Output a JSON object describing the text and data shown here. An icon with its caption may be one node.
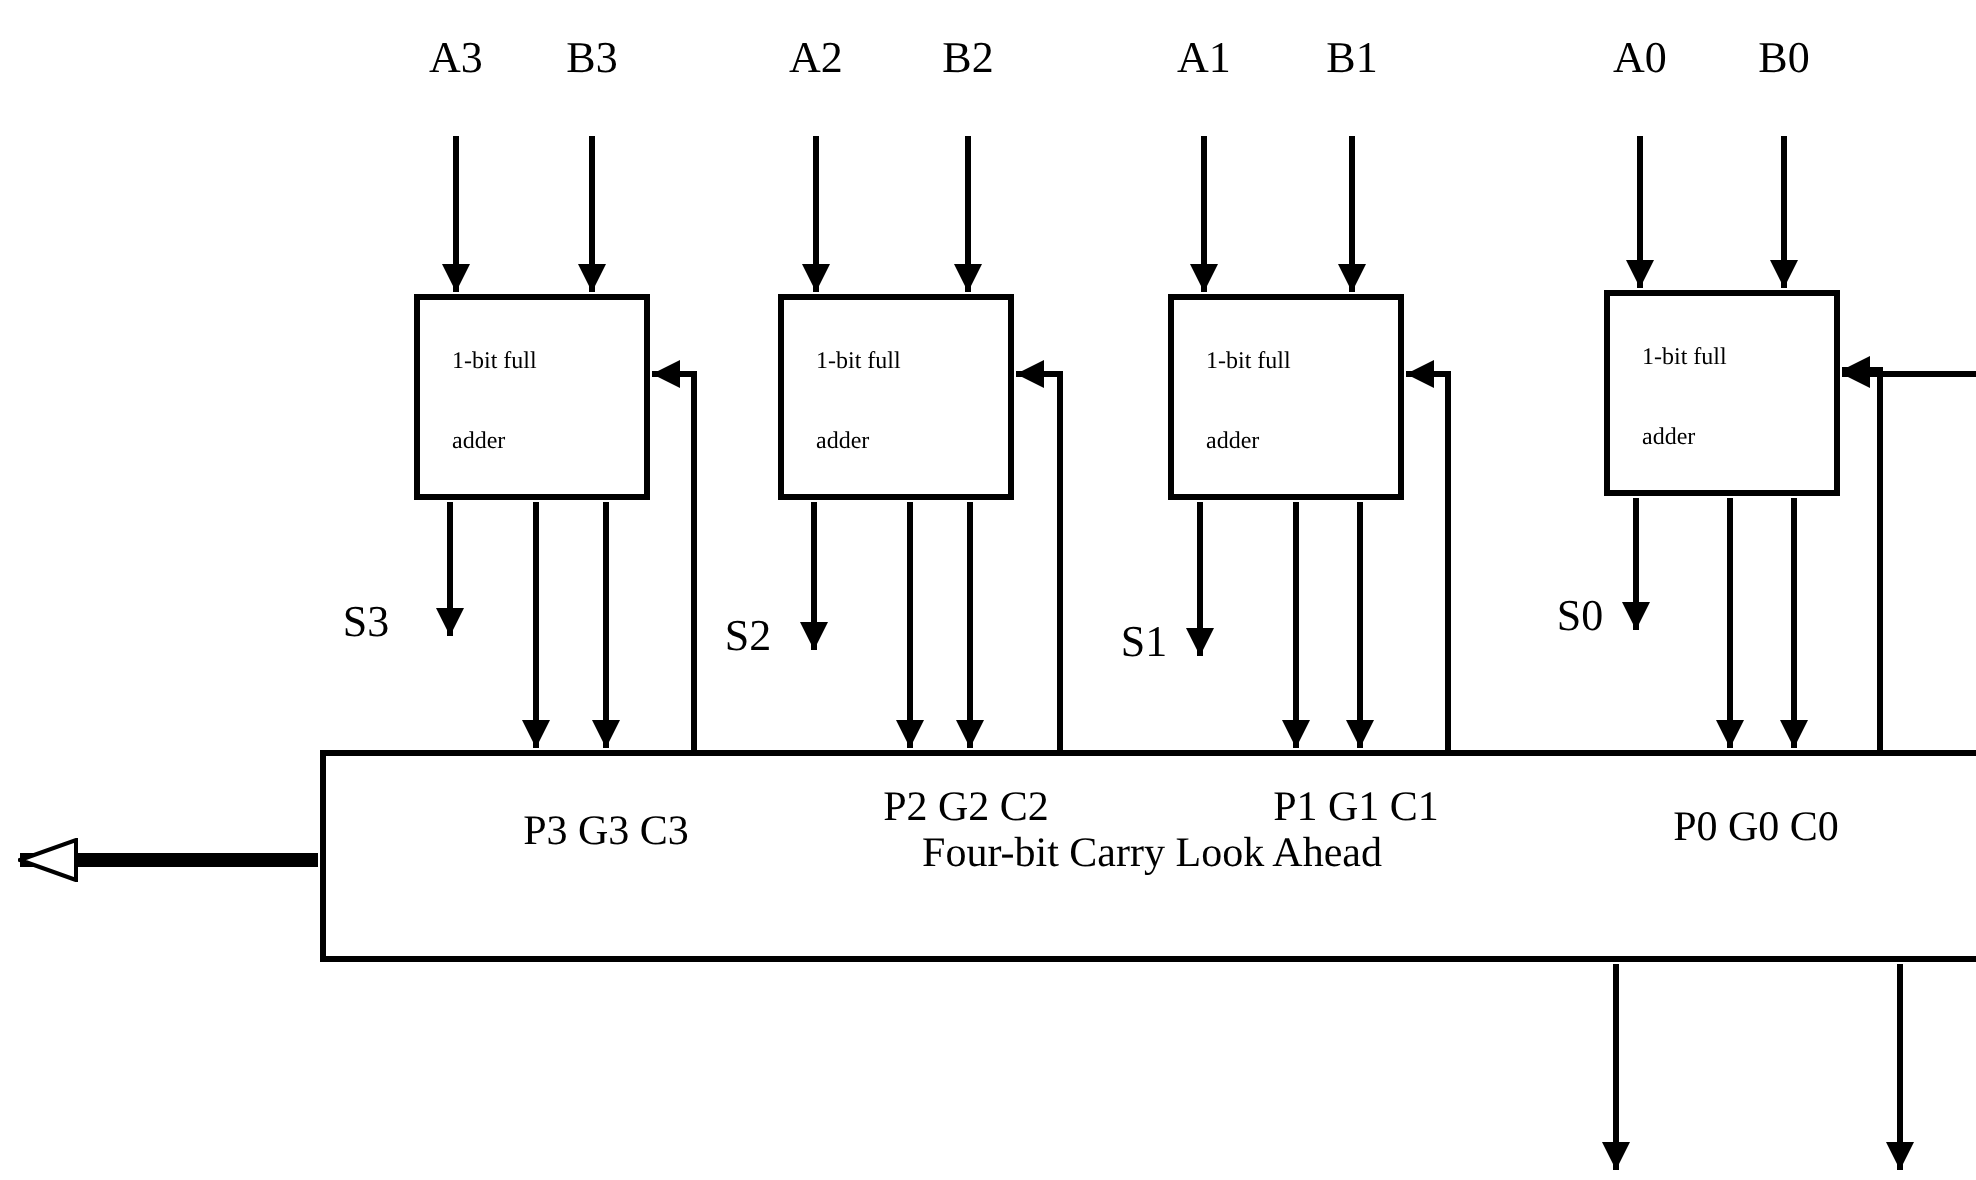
{
  "diagram": {
    "nodes": [
      {
        "text": [
          "A3"
        ]
      },
      {
        "text": [
          "B3"
        ]
      },
      {
        "text": [
          "A2"
        ]
      },
      {
        "text": [
          "B2"
        ]
      },
      {
        "text": [
          "A1"
        ]
      },
      {
        "text": [
          "B1"
        ]
      },
      {
        "text": [
          "A0"
        ]
      },
      {
        "text": [
          "B0"
        ]
      },
      {
        "text": [
          "1-bit full adder"
        ]
      },
      {
        "text": [
          "1-bit full adder"
        ]
      },
      {
        "text": [
          "1-bit full adder"
        ]
      },
      {
        "text": [
          "1-bit full adder"
        ]
      },
      {
        "text": [
          "S3"
        ]
      },
      {
        "text": [
          "S2"
        ]
      },
      {
        "text": [
          "S1"
        ]
      },
      {
        "text": [
          "S0"
        ]
      },
      {
        "text": [
          "P3 G3 C3",
          "P2 G2 C2",
          "P1 G1 C1",
          "P0 G0 C0",
          "Four-bit Carry Look Ahead"
        ]
      }
    ],
    "edges": [
      {
        "from": 0,
        "to": 8,
        "arrow": "to"
      },
      {
        "from": 1,
        "to": 8,
        "arrow": "to"
      },
      {
        "from": 2,
        "to": 9,
        "arrow": "to"
      },
      {
        "from": 3,
        "to": 9,
        "arrow": "to"
      },
      {
        "from": 4,
        "to": 10,
        "arrow": "to"
      },
      {
        "from": 5,
        "to": 10,
        "arrow": "to"
      },
      {
        "from": 6,
        "to": 11,
        "arrow": "to"
      },
      {
        "from": 7,
        "to": 11,
        "arrow": "to"
      },
      {
        "from": 8,
        "to": 12,
        "arrow": "to"
      },
      {
        "from": 8,
        "to": 16,
        "arrow": "to"
      },
      {
        "from": 8,
        "to": 16,
        "arrow": "to"
      },
      {
        "from": 16,
        "to": 8,
        "arrow": "to"
      },
      {
        "from": 9,
        "to": 13,
        "arrow": "to"
      },
      {
        "from": 9,
        "to": 16,
        "arrow": "to"
      },
      {
        "from": 9,
        "to": 16,
        "arrow": "to"
      },
      {
        "from": 16,
        "to": 9,
        "arrow": "to"
      },
      {
        "from": 10,
        "to": 14,
        "arrow": "to"
      },
      {
        "from": 10,
        "to": 16,
        "arrow": "to"
      },
      {
        "from": 10,
        "to": 16,
        "arrow": "to"
      },
      {
        "from": 16,
        "to": 10,
        "arrow": "to"
      },
      {
        "from": 11,
        "to": 15,
        "arrow": "to"
      },
      {
        "from": 11,
        "to": 16,
        "arrow": "to"
      },
      {
        "from": 11,
        "to": 16,
        "arrow": "to"
      },
      {
        "from": 16,
        "to": 11,
        "arrow": "to"
      },
      {
        "from": null,
        "to": 11,
        "arrow": "to"
      },
      {
        "from": 16,
        "to": null,
        "arrow": "to",
        "style": "thick"
      },
      {
        "from": 16,
        "to": null,
        "arrow": "to"
      },
      {
        "from": 16,
        "to": null,
        "arrow": "to"
      }
    ]
  }
}
